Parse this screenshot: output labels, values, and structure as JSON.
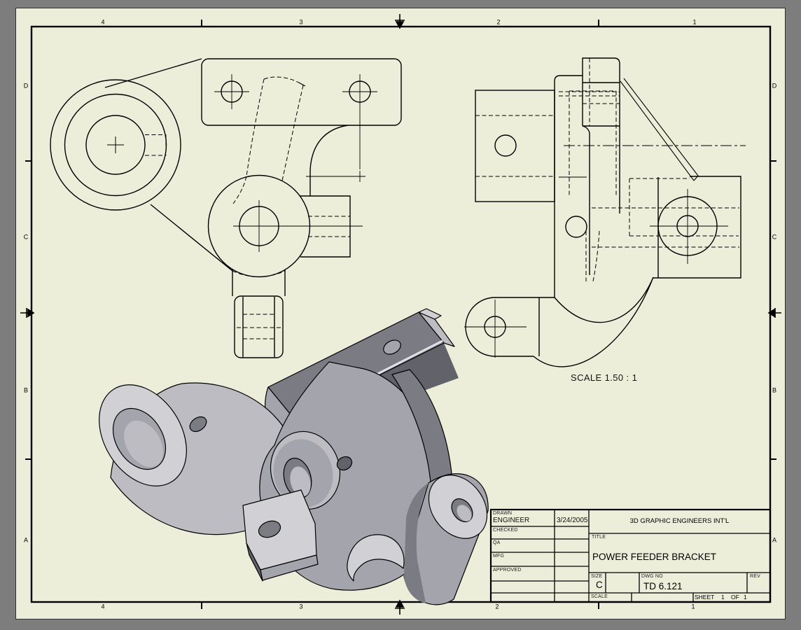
{
  "sheet": {
    "scale_note": "SCALE 1.50 : 1",
    "paper_color": "#edeeda",
    "surround_color": "#7d7d7d",
    "line_color": "#000000",
    "model_grays": {
      "light": "#d1d1d5",
      "light_mid": "#bcbcc2",
      "mid": "#a4a4ac",
      "dark": "#7b7b84",
      "darker": "#62626a"
    }
  },
  "border": {
    "top_labels": [
      "4",
      "3",
      "2",
      "1"
    ],
    "bottom_labels": [
      "4",
      "3",
      "2",
      "1"
    ],
    "left_labels": [
      "D",
      "C",
      "B",
      "A"
    ],
    "right_labels": [
      "D",
      "C",
      "B",
      "A"
    ]
  },
  "title_block": {
    "rows": [
      {
        "label": "DRAWN",
        "value": "ENGINEER",
        "date": "3/24/2005"
      },
      {
        "label": "CHECKED",
        "value": "",
        "date": ""
      },
      {
        "label": "QA",
        "value": "",
        "date": ""
      },
      {
        "label": "MFG",
        "value": "",
        "date": ""
      },
      {
        "label": "APPROVED",
        "value": "",
        "date": ""
      }
    ],
    "company": "3D GRAPHIC ENGINEERS INT'L",
    "title_label": "TITLE",
    "title": "POWER FEEDER BRACKET",
    "size_label": "SIZE",
    "size": "C",
    "dwg_label": "DWG NO",
    "dwg_no": "TD 6.121",
    "rev_label": "REV",
    "scale_label": "SCALE",
    "sheet_label": "SHEET",
    "sheet_number": "1",
    "of_label": "OF",
    "sheet_count": "1"
  }
}
